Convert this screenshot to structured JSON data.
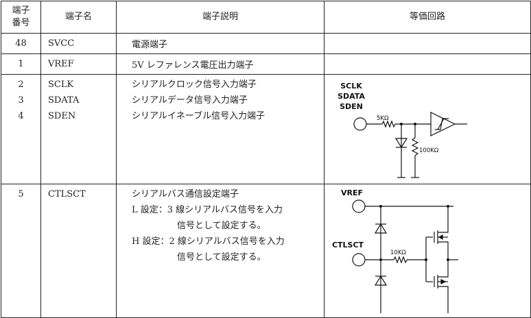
{
  "header": {
    "col1": [
      "端子",
      "番号"
    ],
    "col2": "端子名",
    "col3": "端子説明",
    "col4": "等価回路"
  },
  "rows": [
    {
      "nums": [
        "48"
      ],
      "names": [
        "SVCC"
      ],
      "desc": [
        "電源端子"
      ]
    },
    {
      "nums": [
        "1"
      ],
      "names": [
        "VREF"
      ],
      "desc": [
        "5V レファレンス電圧出力端子"
      ]
    },
    {
      "nums": [
        "2",
        "3",
        "4"
      ],
      "names": [
        "SCLK",
        "SDATA",
        "SDEN"
      ],
      "desc": [
        "シリアルクロック信号入力端子",
        "シリアルデータ信号入力端子",
        "シリアルイネーブル信号入力端子"
      ],
      "circuit": {
        "pins": [
          "SCLK",
          "SDATA",
          "SDEN"
        ],
        "r1": "5KΩ",
        "r2": "100KΩ"
      }
    },
    {
      "nums": [
        "5"
      ],
      "names": [
        "CTLSCT"
      ],
      "desc": [
        "シリアルバス通信設定端子",
        "L 設定：3 線シリアルバス信号を入力",
        "信号として設定する。",
        "H 設定：2 線シリアルバス信号を入力",
        "信号として設定する。"
      ],
      "circuit": {
        "pin_top": "VREF",
        "pin_in": "CTLSCT",
        "r1": "10KΩ"
      }
    }
  ]
}
